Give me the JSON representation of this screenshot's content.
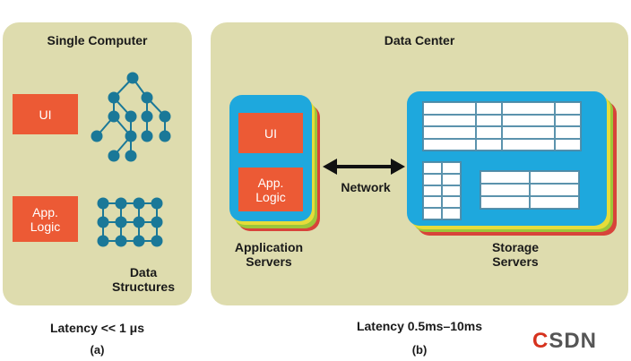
{
  "panel_a": {
    "title": "Single Computer",
    "ui_label": "UI",
    "logic_label": "App.\nLogic",
    "data_structures_label": "Data\nStructures",
    "latency": "Latency << 1 μs",
    "sublabel": "(a)"
  },
  "panel_b": {
    "title": "Data Center",
    "ui_label": "UI",
    "logic_label": "App.\nLogic",
    "network_label": "Network",
    "app_servers_label": "Application\nServers",
    "storage_servers_label": "Storage\nServers",
    "latency": "Latency 0.5ms–10ms",
    "sublabel": "(b)"
  },
  "logo": {
    "text": "CSDN"
  },
  "colors": {
    "panel": "#dedcae",
    "box": "#ec5a35",
    "node": "#1a7898",
    "server_blue": "#1ea8dd",
    "server_yellow": "#e6dc3a",
    "server_green": "#9dc63a",
    "server_red": "#d8433a"
  }
}
